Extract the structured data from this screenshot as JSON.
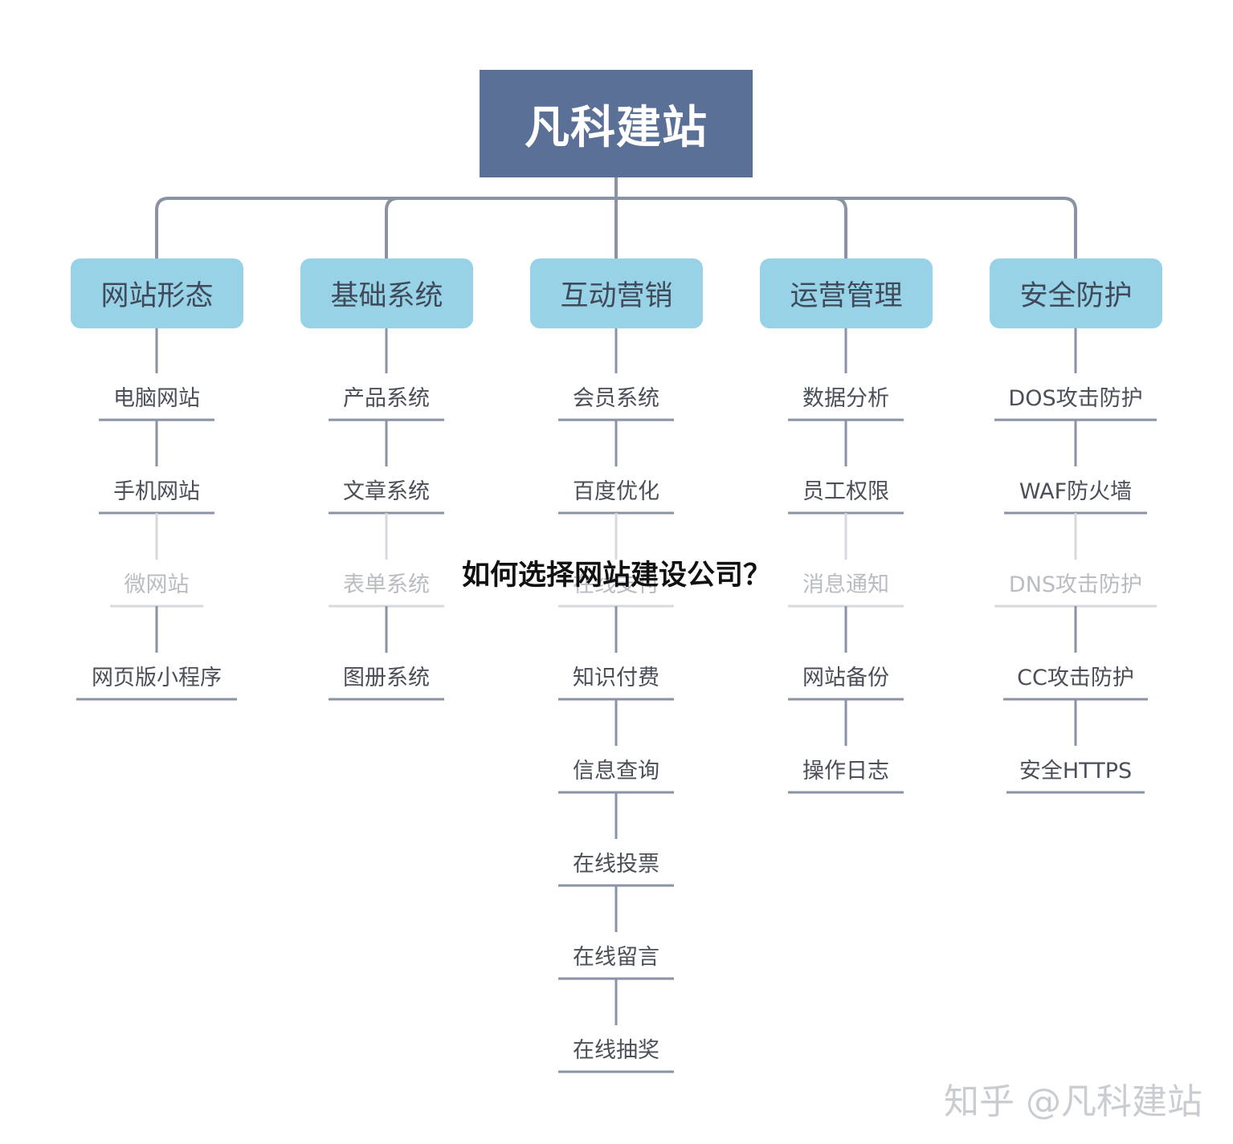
{
  "root": {
    "label": "凡科建站"
  },
  "categories": [
    {
      "label": "网站形态",
      "items": [
        {
          "label": "电脑网站",
          "faded": false
        },
        {
          "label": "手机网站",
          "faded": false
        },
        {
          "label": "微网站",
          "faded": true
        },
        {
          "label": "网页版小程序",
          "faded": false
        }
      ]
    },
    {
      "label": "基础系统",
      "items": [
        {
          "label": "产品系统",
          "faded": false
        },
        {
          "label": "文章系统",
          "faded": false
        },
        {
          "label": "表单系统",
          "faded": true
        },
        {
          "label": "图册系统",
          "faded": false
        }
      ]
    },
    {
      "label": "互动营销",
      "items": [
        {
          "label": "会员系统",
          "faded": false
        },
        {
          "label": "百度优化",
          "faded": false
        },
        {
          "label": "在线支付",
          "faded": true
        },
        {
          "label": "知识付费",
          "faded": false
        },
        {
          "label": "信息查询",
          "faded": false
        },
        {
          "label": "在线投票",
          "faded": false
        },
        {
          "label": "在线留言",
          "faded": false
        },
        {
          "label": "在线抽奖",
          "faded": false
        }
      ]
    },
    {
      "label": "运营管理",
      "items": [
        {
          "label": "数据分析",
          "faded": false
        },
        {
          "label": "员工权限",
          "faded": false
        },
        {
          "label": "消息通知",
          "faded": true
        },
        {
          "label": "网站备份",
          "faded": false
        },
        {
          "label": "操作日志",
          "faded": false
        }
      ]
    },
    {
      "label": "安全防护",
      "items": [
        {
          "label": "DOS攻击防护",
          "faded": false
        },
        {
          "label": "WAF防火墙",
          "faded": false
        },
        {
          "label": "DNS攻击防护",
          "faded": true
        },
        {
          "label": "CC攻击防护",
          "faded": false
        },
        {
          "label": "安全HTTPS",
          "faded": false
        }
      ]
    }
  ],
  "overlay_title": "如何选择网站建设公司？",
  "watermark": "知乎 @凡科建站",
  "colors": {
    "root_fill": "#5b7096",
    "category_fill": "#98d2e6",
    "connector": "#8a93a3",
    "underline": "#8a93a3",
    "faded_connector": "#d6d9de",
    "text": "#4a4f58",
    "faded_text": "#b9bcc2"
  }
}
